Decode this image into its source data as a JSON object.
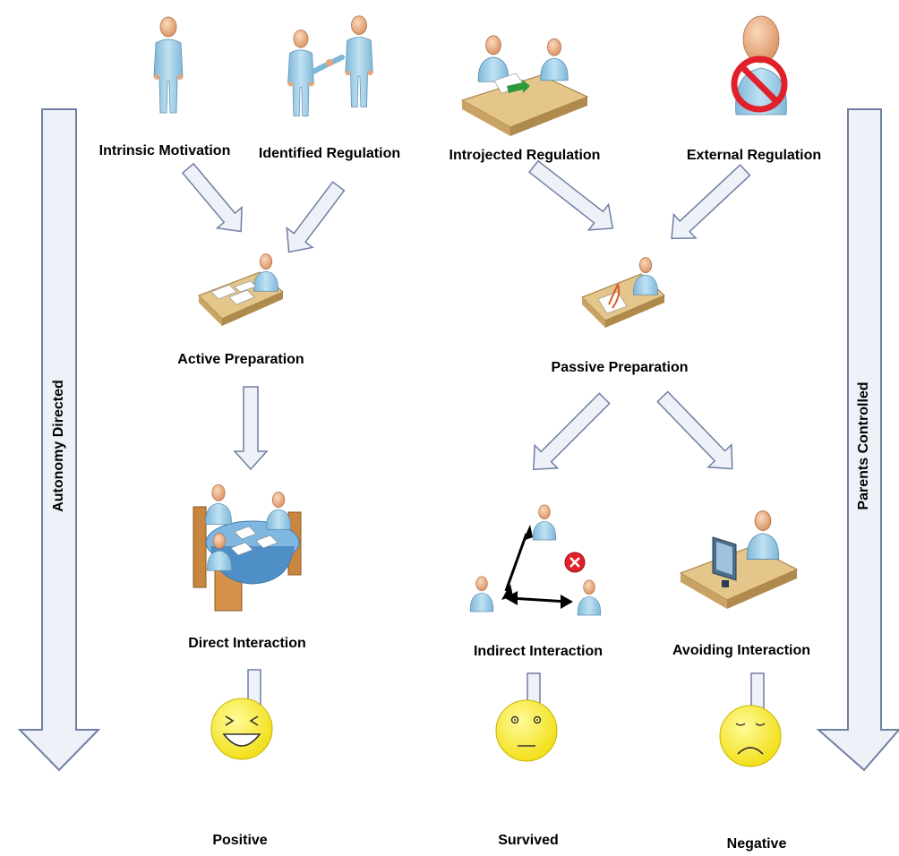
{
  "labels": {
    "intrinsic_motivation": "Intrinsic Motivation",
    "identified_regulation": "Identified Regulation",
    "introjected_regulation": "Introjected Regulation",
    "external_regulation": "External Regulation",
    "active_preparation": "Active Preparation",
    "passive_preparation": "Passive Preparation",
    "direct_interaction": "Direct Interaction",
    "indirect_interaction": "Indirect Interaction",
    "avoiding_interaction": "Avoiding Interaction",
    "positive": "Positive",
    "survived": "Survived",
    "negative": "Negative"
  },
  "side_labels": {
    "left": "Autonomy Directed",
    "right": "Parents Controlled"
  },
  "colors": {
    "arrow_fill": "#eef1f8",
    "arrow_stroke": "#6f7fa3",
    "person_body": "#a9d3ea",
    "person_skin": "#f1b98f",
    "desk_top": "#e4c58a",
    "smiley": "#f7ee2a",
    "no_sign": "#e0202a",
    "green_arrow": "#2c9a3c"
  },
  "icons": {
    "intrinsic": "person-icon",
    "identified": "handshake-icon",
    "introjected": "desk-meeting-icon",
    "external": "prohibited-person-icon",
    "active": "desk-person-icon",
    "passive": "desk-person-signing-icon",
    "direct": "round-table-meeting-icon",
    "indirect": "network-people-icon",
    "avoiding": "computer-desk-icon",
    "positive": "laughing-face-icon",
    "survived": "neutral-face-icon",
    "negative": "sad-face-icon"
  }
}
